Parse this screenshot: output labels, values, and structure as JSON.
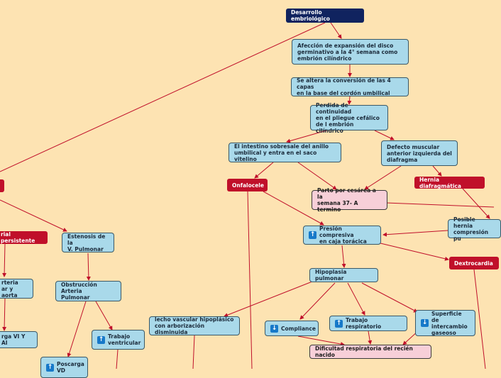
{
  "nodes": {
    "desarrollo": "Desarrollo embriológico",
    "afeccion": "Afección de expansión del disco\ngerminativo a la 4° semana como\nembrión cilíndrico",
    "altera": "Se altera la conversión de las 4 capas\nen la base del cordón umbilical",
    "perdida": "Perdida de continuidad\nen el pliegue cefálico\nde l embrión cilíndrico",
    "intestino": "El intestino sobresale del anillo\numbilical y entra en el saco vitelino",
    "defecto": "Defecto muscular\nanterior izquierda del\ndiafragma",
    "onfalocele": "Onfalocele",
    "parto": "Parto por cesárea a la\nsemana 37- A termino",
    "hernia_diafragmatica": "Hernia diafragmática",
    "posible_hernia": "Posible hernia\ncompresión pu",
    "presion": "Presión compresiva\nen caja torácica",
    "dextrocardia": "Dextrocardia",
    "hipoplasia": "Hipoplasia pulmonar",
    "lecho": "lecho vascular hipoplásico\ncon arborización disminuida",
    "compliance": "Compliance",
    "trabajo_resp": "Trabajo respiratorio",
    "superficie": "Superficie de\nintercambio\ngaseoso",
    "dificultad": "Dificultad respiratoria del recién nacido",
    "arterial_persistente": "rial persistente",
    "estenosis": "Estenosis de la\nV. Pulmonar",
    "arteria": "rteria\nar y aorta",
    "obstruccion": "Obstrucción Arteria\nPulmonar",
    "trabajo_vent": "Trabajo\nventricular",
    "carga": "rga VI Y AI",
    "poscarga": "Poscarga\nVD"
  },
  "icons": {
    "presion": "arrow-up-icon",
    "compliance": "arrow-down-icon",
    "trabajo_resp": "arrow-up-icon",
    "superficie": "arrow-down-icon",
    "trabajo_vent": "arrow-up-icon",
    "poscarga": "arrow-up-icon"
  },
  "colors": {
    "background": "#fde3b2",
    "topic": "#a9d9ea",
    "alert": "#c0102a",
    "root": "#10235f",
    "highlight": "#f7cfd8",
    "connector": "#c0102a"
  }
}
